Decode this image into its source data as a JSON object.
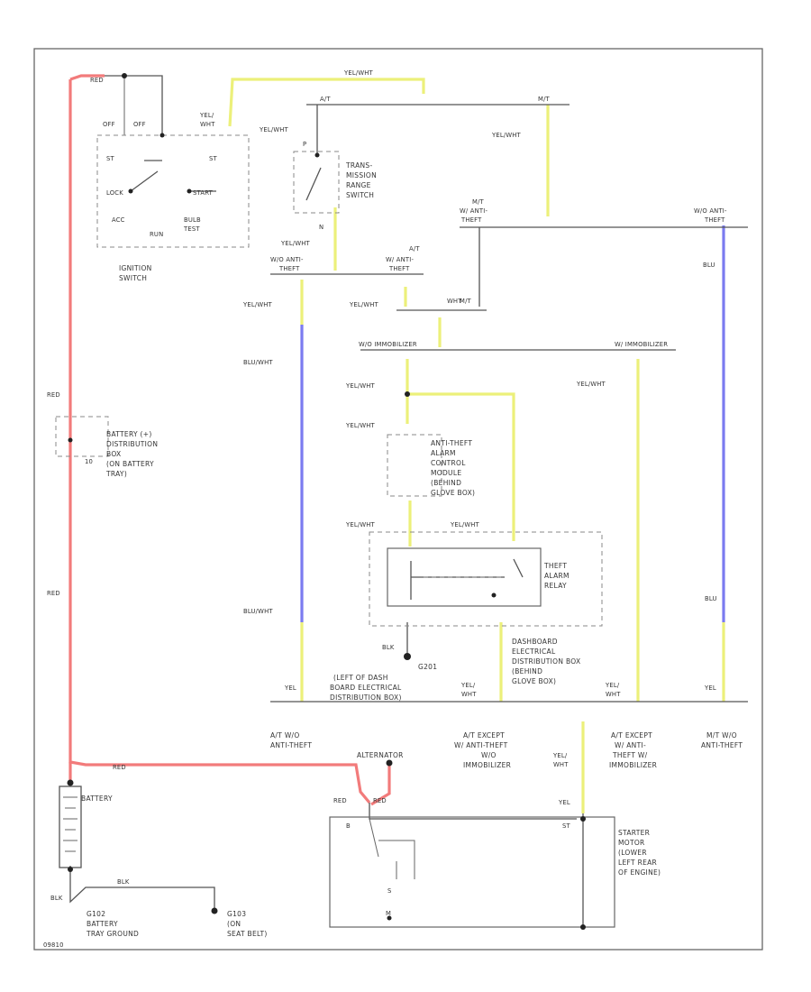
{
  "colors": {
    "red_wire": "#f27b7b",
    "yellow_wire": "#ecf07a",
    "blue_wire": "#7b7bf0",
    "black_wire": "#555555",
    "frame": "#666666",
    "background": "#ffffff"
  },
  "wires": {
    "red": "RED",
    "yel_wht": "YEL/WHT",
    "yel": "YEL",
    "yel_slash": "YEL/",
    "wht": "WHT",
    "blu": "BLU",
    "blu_wht": "BLU/WHT",
    "blk": "BLK",
    "wht_short": "WHT"
  },
  "ignition": {
    "off1": "OFF",
    "off2": "OFF",
    "st1": "ST",
    "st2": "ST",
    "lock": "LOCK",
    "start": "START",
    "acc": "ACC",
    "run": "RUN",
    "bulb_test_1": "BULB",
    "bulb_test_2": "TEST",
    "label_1": "IGNITION",
    "label_2": "SWITCH"
  },
  "trans_switch": {
    "p": "P",
    "n": "N",
    "label": [
      "TRANS-",
      "MISSION",
      "RANGE",
      "SWITCH"
    ]
  },
  "splices": {
    "at_top": "A/T",
    "mt_top": "M/T",
    "mt_w_anti_1": "M/T",
    "mt_w_anti_2": "W/ ANTI-",
    "mt_w_anti_3": "THEFT",
    "wo_anti_right_1": "W/O ANTI-",
    "wo_anti_right_2": "THEFT",
    "wo_anti_left_1": "W/O ANTI-",
    "wo_anti_left_2": "THEFT",
    "at_w_anti_1": "A/T",
    "at_w_anti_2": "W/ ANTI-",
    "at_w_anti_3": "THEFT",
    "mt_small": "M/T",
    "wo_immobilizer": "W/O IMMOBILIZER",
    "w_immobilizer": "W/ IMMOBILIZER"
  },
  "battery_dist": {
    "label": [
      "BATTERY (+)",
      "DISTRIBUTION",
      "BOX",
      "(ON BATTERY",
      "TRAY)"
    ],
    "fuse": "10"
  },
  "alarm_module": {
    "label": [
      "ANTI-THEFT",
      "ALARM",
      "CONTROL",
      "MODULE",
      "(BEHIND",
      "GLOVE BOX)"
    ]
  },
  "relay": {
    "label": [
      "THEFT",
      "ALARM",
      "RELAY"
    ]
  },
  "dash_box": {
    "label": [
      "DASHBOARD",
      "ELECTRICAL",
      "DISTRIBUTION BOX",
      "(BEHIND",
      "GLOVE BOX)"
    ]
  },
  "grounds": {
    "g201": "G201",
    "g201_note": [
      "(LEFT OF DASH",
      "BOARD ELECTRICAL",
      "DISTRIBUTION BOX)"
    ],
    "g102_1": "G102",
    "g102_2": "BATTERY",
    "g102_3": "TRAY GROUND",
    "g103_1": "G103",
    "g103_2": "(ON",
    "g103_3": "SEAT BELT)"
  },
  "variants": {
    "at_wo": [
      "A/T W/O",
      "ANTI-THEFT"
    ],
    "at_except_1": [
      "A/T EXCEPT",
      "W/ ANTI-THEFT",
      "W/O",
      "IMMOBILIZER"
    ],
    "at_except_2": [
      "A/T EXCEPT",
      "W/ ANTI-",
      "THEFT W/",
      "IMMOBILIZER"
    ],
    "mt_wo": [
      "M/T W/O",
      "ANTI-THEFT"
    ]
  },
  "battery": {
    "label": "BATTERY"
  },
  "alternator": {
    "label": "ALTERNATOR"
  },
  "starter": {
    "terminal_b": "B",
    "terminal_st": "ST",
    "terminal_m": "M",
    "terminal_s": "S",
    "label": [
      "STARTER",
      "MOTOR",
      "(LOWER",
      "LEFT REAR",
      "OF ENGINE)"
    ]
  },
  "footer": {
    "code": "09810"
  }
}
